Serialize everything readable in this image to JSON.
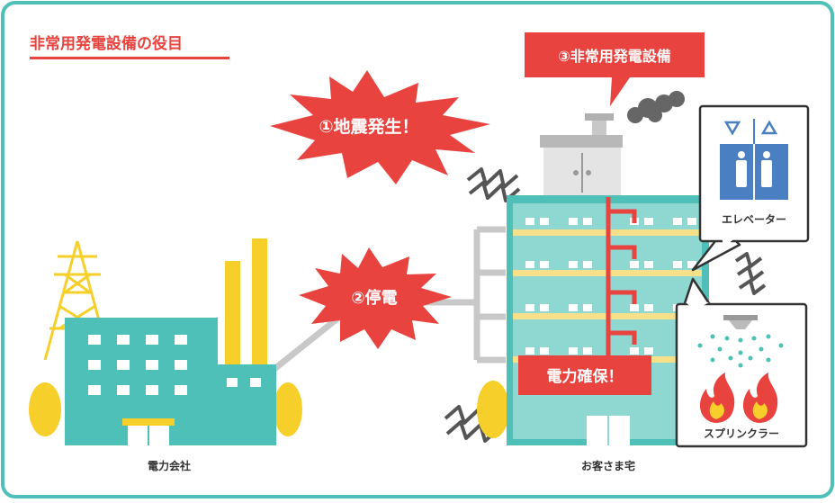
{
  "title": "非常用発電設備の役目",
  "labels": {
    "earthquake": "①地震発生！",
    "outage": "②停電",
    "generator": "③非常用発電設備",
    "power_secured": "電力確保！",
    "elevator": "エレベーター",
    "sprinkler": "スプリンクラー",
    "power_company": "電力会社",
    "customer_home": "お客さま宅"
  },
  "colors": {
    "frame": "#4ec0b8",
    "accent_red": "#e8433f",
    "teal": "#4ec0b8",
    "teal_light": "#8fd7d1",
    "yellow": "#f6cf2a",
    "gray": "#c8c8c8",
    "elevator_blue": "#4a7fc1"
  }
}
